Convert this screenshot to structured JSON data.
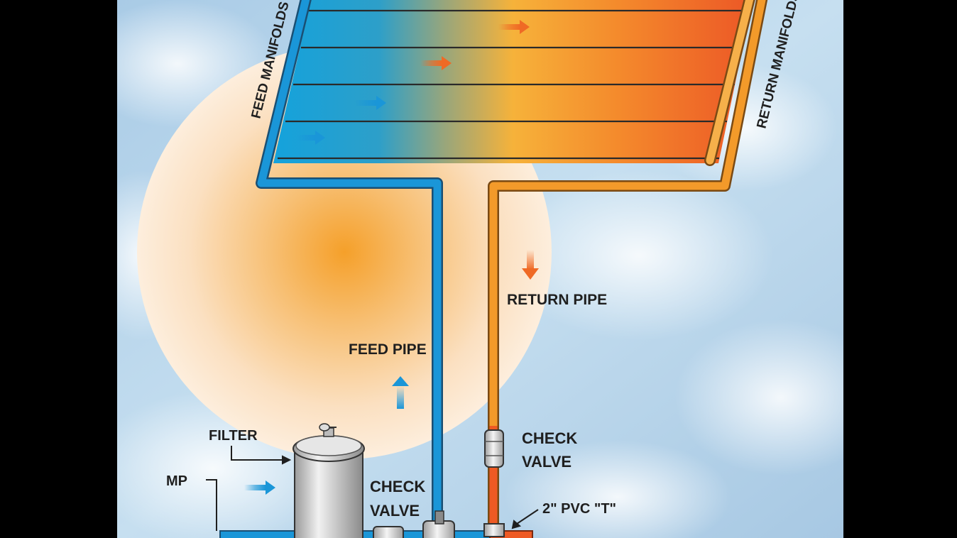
{
  "labels": {
    "feed_manifolds": "FEED MANIFOLDS",
    "return_manifolds": "RETURN MANIFOLDS",
    "return_pipe": "RETURN PIPE",
    "feed_pipe": "FEED PIPE",
    "filter": "FILTER",
    "mp": "MP",
    "check_valve_upper_line1": "CHECK",
    "check_valve_upper_line2": "VALVE",
    "check_valve_lower_line1": "CHECK",
    "check_valve_lower_line2": "VALVE",
    "pvc_tee": "2\" PVC \"T\""
  },
  "colors": {
    "feed_blue": "#1a96d8",
    "return_orange": "#f39a2a",
    "hot_red": "#ee5a24",
    "sun_core": "#f6a22a",
    "sky": "#b9d6ec",
    "frame": "#000000"
  },
  "icons": [
    "flow-arrow-icon",
    "up-arrow-icon",
    "down-arrow-icon"
  ]
}
